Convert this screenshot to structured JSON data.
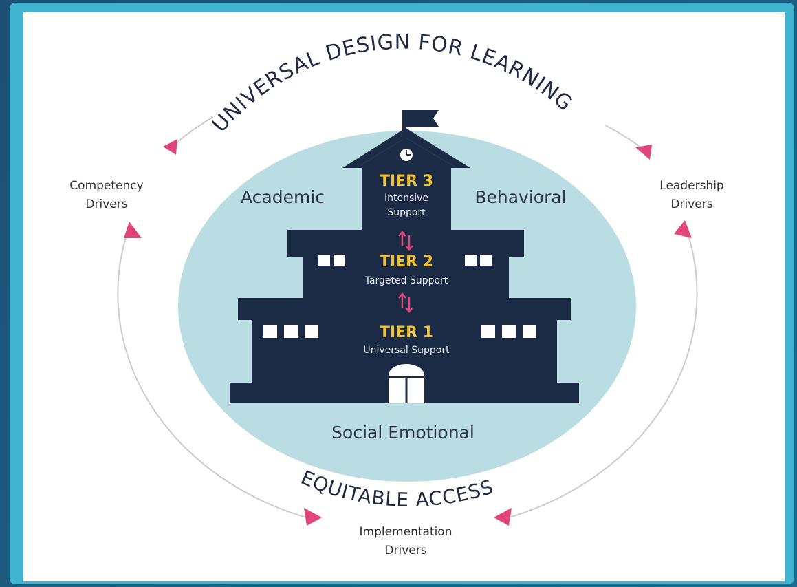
{
  "ring": {
    "top_text": "UNIVERSAL DESIGN FOR LEARNING",
    "bottom_text": "EQUITABLE ACCESS"
  },
  "drivers": {
    "left": [
      "Competency",
      "Drivers"
    ],
    "right": [
      "Leadership",
      "Drivers"
    ],
    "bottom": [
      "Implementation",
      "Drivers"
    ]
  },
  "areas": {
    "academic": "Academic",
    "behavioral": "Behavioral",
    "social_emotional": "Social Emotional"
  },
  "tiers": {
    "tier3": {
      "title": "TIER 3",
      "sub": [
        "Intensive",
        "Support"
      ]
    },
    "tier2": {
      "title": "TIER 2",
      "sub": [
        "Targeted Support"
      ]
    },
    "tier1": {
      "title": "TIER 1",
      "sub": [
        "Universal Support"
      ]
    }
  },
  "colors": {
    "background": "#1d5d80",
    "border": "#3fb3cf",
    "circle_fill": "#b9dde2",
    "building": "#1b2a45",
    "tier_title": "#f0c233",
    "arrow_pink": "#e0457b"
  }
}
